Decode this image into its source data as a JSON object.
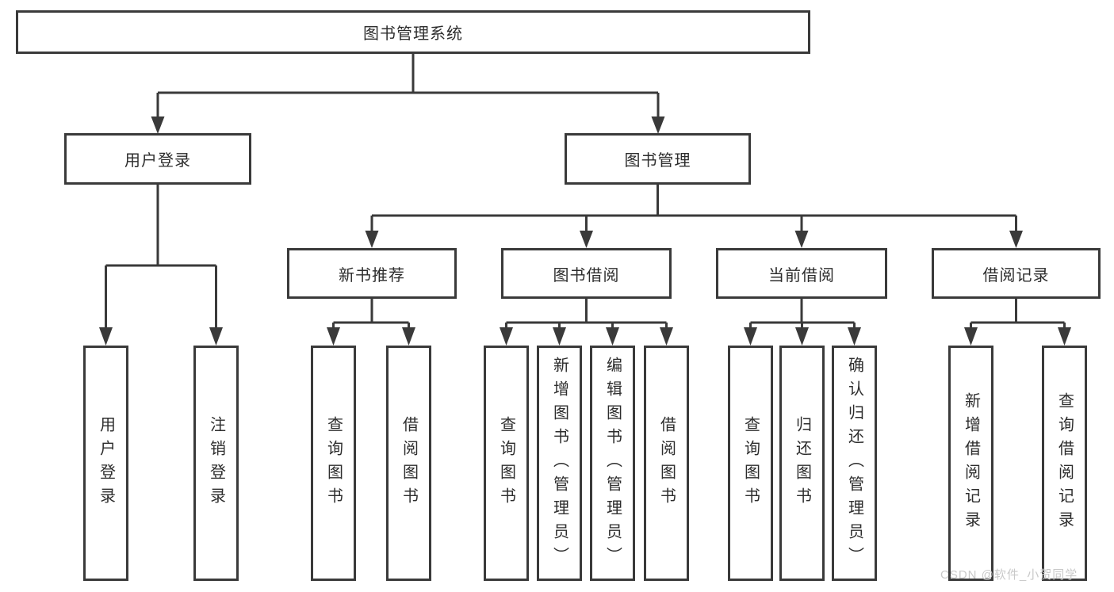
{
  "tree": {
    "label": "图书管理系统",
    "children": [
      {
        "label": "用户登录",
        "children": [
          {
            "label": "用户登录"
          },
          {
            "label": "注销登录"
          }
        ]
      },
      {
        "label": "图书管理",
        "children": [
          {
            "label": "新书推荐",
            "children": [
              {
                "label": "查询图书"
              },
              {
                "label": "借阅图书"
              }
            ]
          },
          {
            "label": "图书借阅",
            "children": [
              {
                "label": "查询图书"
              },
              {
                "label": "新增图书（管理员）"
              },
              {
                "label": "编辑图书（管理员）"
              },
              {
                "label": "借阅图书"
              }
            ]
          },
          {
            "label": "当前借阅",
            "children": [
              {
                "label": "查询图书"
              },
              {
                "label": "归还图书"
              },
              {
                "label": "确认归还（管理员）"
              }
            ]
          },
          {
            "label": "借阅记录",
            "children": [
              {
                "label": "新增借阅记录"
              },
              {
                "label": "查询借阅记录"
              }
            ]
          }
        ]
      }
    ]
  },
  "watermark": {
    "text": "CSDN @软件_小贺同学"
  },
  "colors": {
    "line": "#3a3a3a",
    "box_border": "#3a3a3a",
    "text": "#2d2d2d",
    "watermark": "#c9c9c9",
    "background": "#ffffff"
  }
}
